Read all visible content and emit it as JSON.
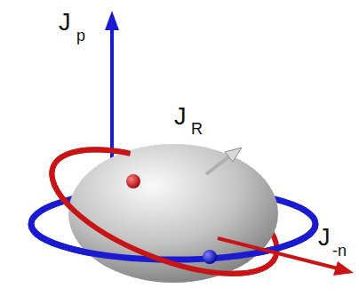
{
  "diagram": {
    "labels": [
      "J",
      "p",
      "J",
      "R",
      "J",
      "-n"
    ]
  }
}
